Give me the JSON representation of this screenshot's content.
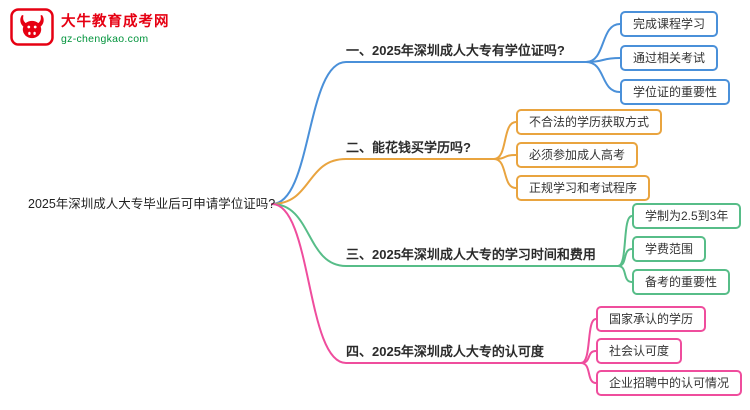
{
  "logo": {
    "title": "大牛教育成考网",
    "subtitle": "gz-chengkao.com",
    "brand_red": "#e60012",
    "brand_green": "#00933b"
  },
  "mindmap": {
    "root": {
      "label": "2025年深圳成人大专毕业后可申请学位证吗?"
    },
    "branches": [
      {
        "label": "一、2025年深圳成人大专有学位证吗?",
        "color": "#4a90d9",
        "children": [
          "完成课程学习",
          "通过相关考试",
          "学位证的重要性"
        ]
      },
      {
        "label": "二、能花钱买学历吗?",
        "color": "#e9a43f",
        "children": [
          "不合法的学历获取方式",
          "必须参加成人高考",
          "正规学习和考试程序"
        ]
      },
      {
        "label": "三、2025年深圳成人大专的学习时间和费用",
        "color": "#57bd88",
        "children": [
          "学制为2.5到3年",
          "学费范围",
          "备考的重要性"
        ]
      },
      {
        "label": "四、2025年深圳成人大专的认可度",
        "color": "#ef4d9d",
        "children": [
          "国家承认的学历",
          "社会认可度",
          "企业招聘中的认可情况"
        ]
      }
    ]
  }
}
